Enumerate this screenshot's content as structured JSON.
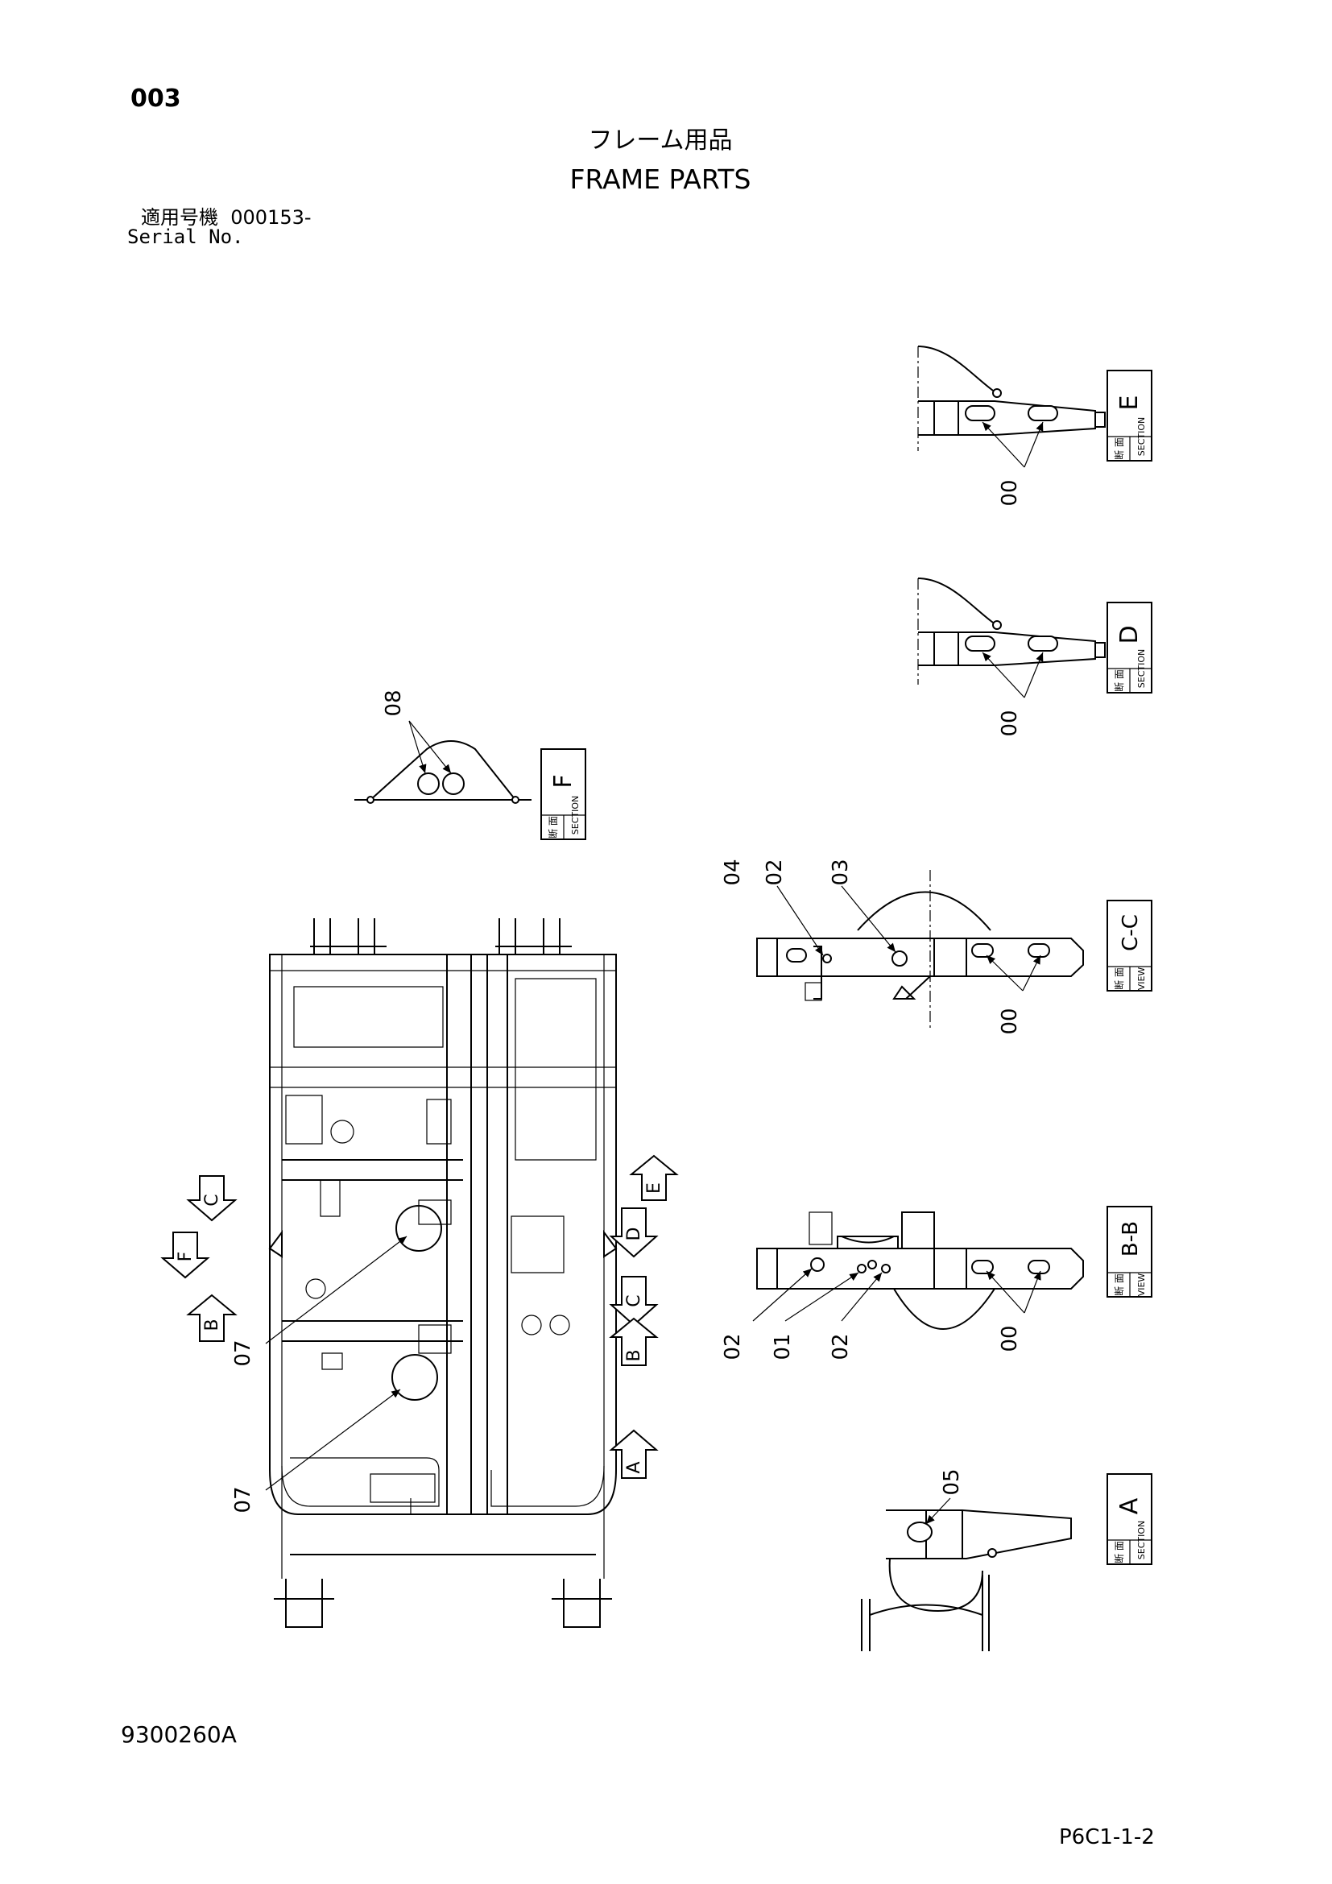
{
  "header": {
    "page_number": "003",
    "title_jp": "フレーム用品",
    "title_en": "FRAME PARTS",
    "serial_label_jp": "適用号機",
    "serial_value": "000153-",
    "serial_label_en": "Serial No."
  },
  "footer": {
    "drawing_number": "9300260A",
    "page_code": "P6C1-1-2"
  },
  "views": [
    {
      "id": "E",
      "kind_jp": "断 面",
      "kind_en": "SECTION",
      "letter": "E",
      "callouts": [
        "00"
      ]
    },
    {
      "id": "D",
      "kind_jp": "断 面",
      "kind_en": "SECTION",
      "letter": "D",
      "callouts": [
        "00"
      ]
    },
    {
      "id": "F",
      "kind_jp": "断 面",
      "kind_en": "SECTION",
      "letter": "F",
      "callouts": [
        "08"
      ]
    },
    {
      "id": "C-C",
      "kind_jp": "断 面",
      "kind_en": "VIEW",
      "letter": "C-C",
      "callouts": [
        "04",
        "02",
        "03",
        "00"
      ]
    },
    {
      "id": "B-B",
      "kind_jp": "断 面",
      "kind_en": "VIEW",
      "letter": "B-B",
      "callouts": [
        "02",
        "01",
        "02",
        "00"
      ]
    },
    {
      "id": "A",
      "kind_jp": "断 面",
      "kind_en": "SECTION",
      "letter": "A",
      "callouts": [
        "05"
      ]
    }
  ],
  "main_view": {
    "callouts": [
      "07",
      "07"
    ],
    "section_markers_left": [
      "C",
      "F",
      "B"
    ],
    "section_markers_right": [
      "E",
      "D",
      "C",
      "B",
      "A"
    ]
  }
}
